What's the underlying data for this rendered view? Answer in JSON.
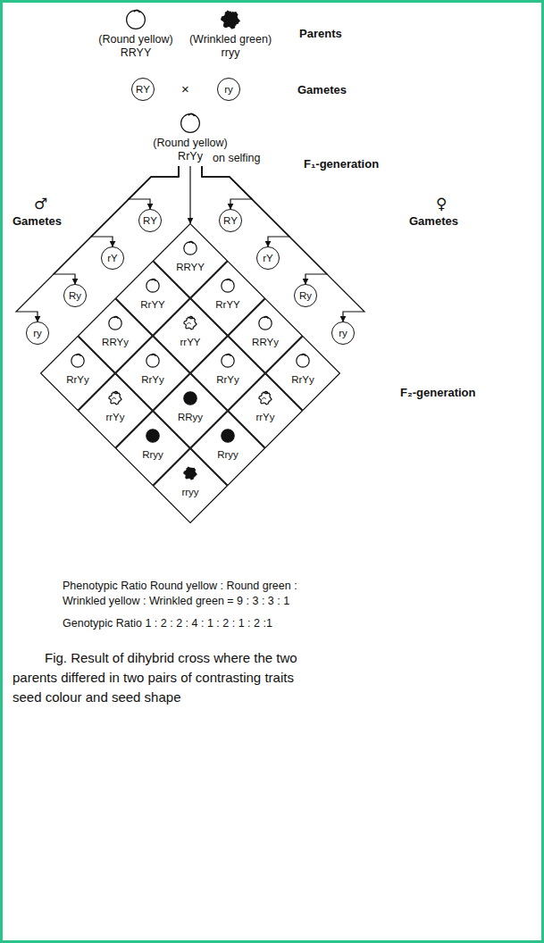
{
  "diagram": {
    "caption": "Fig. Result of dihybrid cross where the two parents differed in two pairs of contrasting traits seed colour and seed shape",
    "nodes": [
      {
        "text": [
          "(Round yellow)",
          "RRYY"
        ]
      },
      {
        "text": [
          "(Wrinkled green)",
          "rryy"
        ]
      },
      {
        "text": [
          "RY"
        ]
      },
      {
        "text": [
          "ry"
        ]
      },
      {
        "text": [
          "(Round yellow)",
          "RrYy"
        ]
      },
      {
        "text": [
          "RY"
        ]
      },
      {
        "text": [
          "rY"
        ]
      },
      {
        "text": [
          "Ry"
        ]
      },
      {
        "text": [
          "ry"
        ]
      },
      {
        "text": [
          "RY"
        ]
      },
      {
        "text": [
          "rY"
        ]
      },
      {
        "text": [
          "Ry"
        ]
      },
      {
        "text": [
          "ry"
        ]
      },
      {
        "text": [
          "RRYY"
        ]
      },
      {
        "text": [
          "RrYY"
        ]
      },
      {
        "text": [
          "RrYY"
        ]
      },
      {
        "text": [
          "RRYy"
        ]
      },
      {
        "text": [
          "rrYY"
        ]
      },
      {
        "text": [
          "RRYy"
        ]
      },
      {
        "text": [
          "RrYy"
        ]
      },
      {
        "text": [
          "RrYy"
        ]
      },
      {
        "text": [
          "RrYy"
        ]
      },
      {
        "text": [
          "RrYy"
        ]
      },
      {
        "text": [
          "rrYy"
        ]
      },
      {
        "text": [
          "RRyy"
        ]
      },
      {
        "text": [
          "rrYy"
        ]
      },
      {
        "text": [
          "Rryy"
        ]
      },
      {
        "text": [
          "Rryy"
        ]
      },
      {
        "text": [
          "rryy"
        ]
      }
    ],
    "edges": [
      {
        "from": 4,
        "to": 5,
        "arrow": "to"
      },
      {
        "from": 4,
        "to": 6,
        "arrow": "to"
      },
      {
        "from": 4,
        "to": 7,
        "arrow": "to"
      },
      {
        "from": 4,
        "to": 8,
        "arrow": "to"
      },
      {
        "from": 4,
        "to": 9,
        "arrow": "to"
      },
      {
        "from": 4,
        "to": 10,
        "arrow": "to"
      },
      {
        "from": 4,
        "to": 11,
        "arrow": "to"
      },
      {
        "from": 4,
        "to": 12,
        "arrow": "to"
      },
      {
        "from": 4,
        "to": 13,
        "arrow": "to"
      }
    ],
    "labels": [
      "Parents",
      "×",
      "Gametes",
      "on selfing",
      "F₁-generation",
      "♂",
      "Gametes",
      "♀",
      "Gametes",
      "F₂-generation",
      "Phenotypic Ratio Round yellow : Round green : Wrinkled yellow : Wrinkled green = 9 : 3 : 3 : 1",
      "Genotypic Ratio 1 : 2 : 2 : 4 : 1 : 2 : 1 : 2 :1"
    ]
  }
}
